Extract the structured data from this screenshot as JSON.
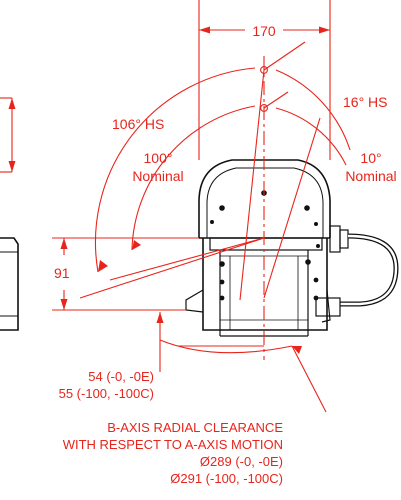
{
  "drawing": {
    "width_dim": "170",
    "angle_106_hs": "106° HS",
    "angle_16_hs": "16° HS",
    "angle_100_nominal": {
      "value": "100°",
      "label": "Nominal"
    },
    "angle_10_nominal": {
      "value": "10°",
      "label": "Nominal"
    },
    "height_dim": "91",
    "offset_dims": [
      "54 (-0, -0E)",
      "55 (-100, -100C)"
    ],
    "clearance_note": [
      "B-AXIS RADIAL CLEARANCE",
      "WITH RESPECT TO A-AXIS MOTION",
      "Ø289 (-0, -0E)",
      "Ø291 (-100, -100C)"
    ]
  },
  "colors": {
    "dimension": "#e8251c",
    "outline": "#111111",
    "background": "#ffffff"
  }
}
